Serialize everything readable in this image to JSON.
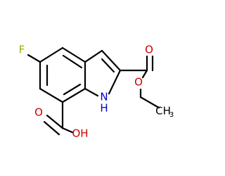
{
  "molecule": {
    "atoms": {
      "fluorine": "F",
      "nitrogen": "N",
      "hydrogen_on_nitrogen": "H",
      "carbonyl_oxygen_ester": "O",
      "ether_oxygen_ester": "O",
      "ethyl_terminal": "CH",
      "ethyl_terminal_subscript": "3",
      "carbonyl_oxygen_acid": "O",
      "hydroxyl_acid": "OH"
    },
    "colors": {
      "bond": "#000000",
      "fluorine": "#8db600",
      "nitrogen": "#0000cc",
      "oxygen": "#cc0000",
      "carbon": "#000000"
    }
  }
}
